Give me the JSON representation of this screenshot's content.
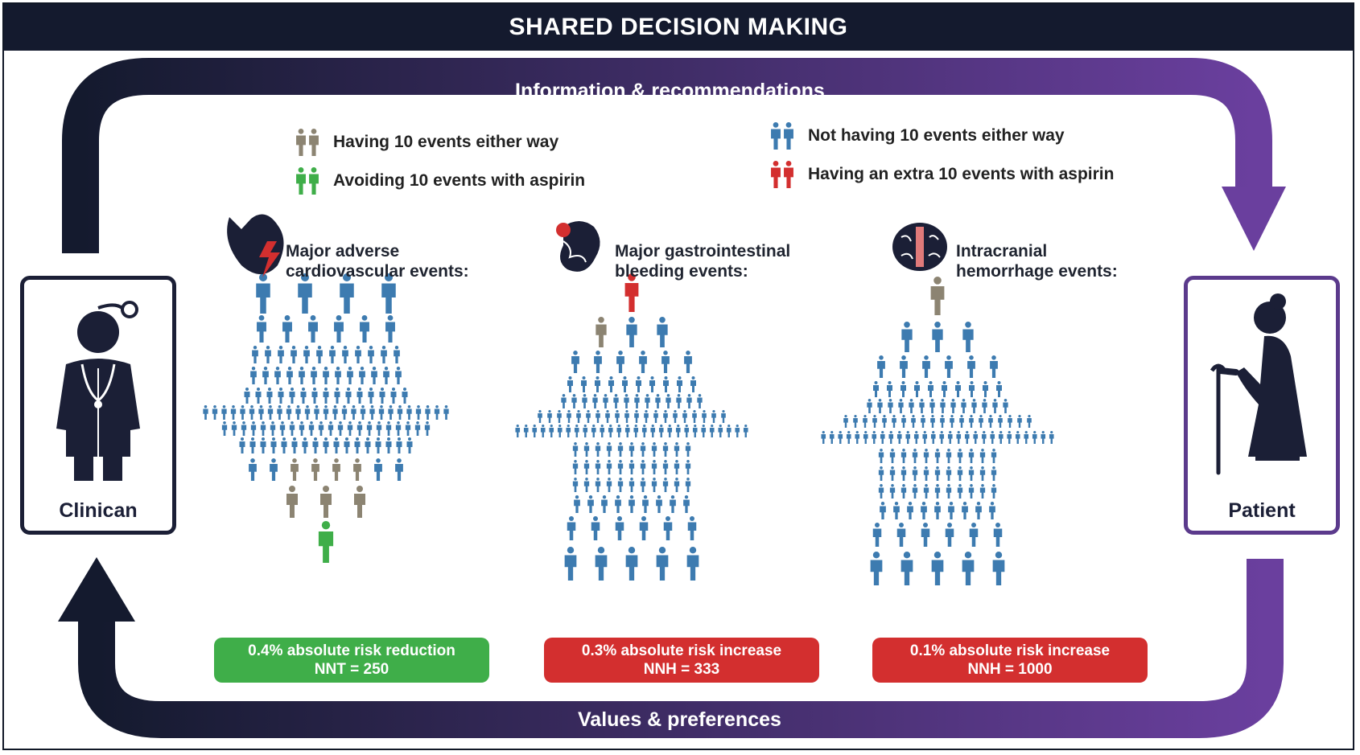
{
  "title": "SHARED DECISION MAKING",
  "top_arrow_label": "Information & recommendations",
  "bottom_arrow_label": "Values & preferences",
  "legend": [
    {
      "label": "Having 10 events either way",
      "color": "#8c8472"
    },
    {
      "label": "Avoiding 10 events with aspirin",
      "color": "#3fae49"
    },
    {
      "label": "Not having 10 events either way",
      "color": "#3d7bb0"
    },
    {
      "label": "Having an extra 10 events with aspirin",
      "color": "#d32f2f"
    }
  ],
  "clinician": {
    "label": "Clinican"
  },
  "patient": {
    "label": "Patient"
  },
  "categories": [
    {
      "title_line1": "Major adverse",
      "title_line2": "cardiovascular events:",
      "icon": "heart-icon",
      "badge_line1": "0.4% absolute risk reduction",
      "badge_line2": "NNT = 250",
      "badge_color": "#3fae49",
      "shape": "down-arrow"
    },
    {
      "title_line1": "Major gastrointestinal",
      "title_line2": "bleeding events:",
      "icon": "stomach-icon",
      "badge_line1": "0.3% absolute risk increase",
      "badge_line2": "NNH = 333",
      "badge_color": "#d32f2f",
      "shape": "up-arrow"
    },
    {
      "title_line1": "Intracranial",
      "title_line2": "hemorrhage events:",
      "icon": "brain-icon",
      "badge_line1": "0.1% absolute risk increase",
      "badge_line2": "NNH = 1000",
      "badge_color": "#d32f2f",
      "shape": "up-arrow"
    }
  ],
  "colors": {
    "dark": "#141a2e",
    "purple": "#5b3a8c",
    "blue": "#3d7bb0",
    "grey": "#8c8472",
    "green": "#3fae49",
    "red": "#d32f2f"
  }
}
